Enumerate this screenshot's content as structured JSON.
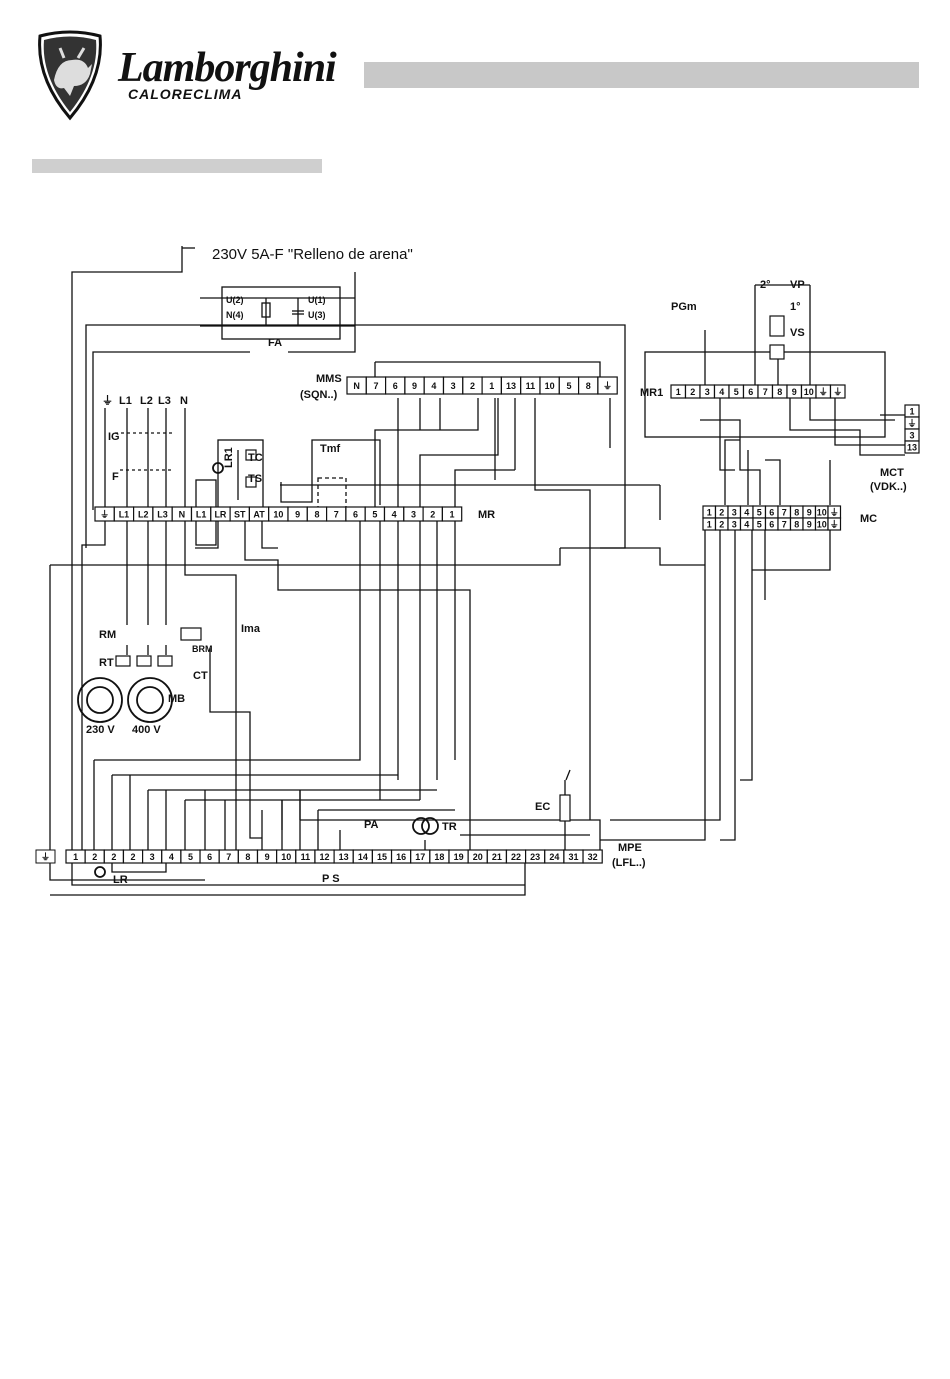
{
  "brand": {
    "name": "Lamborghini",
    "sub": "CALORECLIMA"
  },
  "fuse_note": "230V 5A-F \"Relleno de arena\"",
  "components": {
    "FA": "FA",
    "U2": "U(2)",
    "U1": "U(1)",
    "N4": "N(4)",
    "U3": "U(3)",
    "MMS": "MMS",
    "MMS_sub": "(SQN..)",
    "MR": "MR",
    "MR1": "MR1",
    "MC": "MC",
    "MCT": "MCT",
    "MCT_sub": "(VDK..)",
    "MPE": "MPE",
    "MPE_sub": "(LFL..)",
    "IG": "IG",
    "F": "F",
    "LR1": "LR1",
    "TC": "TC",
    "TS": "TS",
    "Tmf": "Tmf",
    "RM": "RM",
    "RT": "RT",
    "BRM": "BRM",
    "CT": "CT",
    "MB": "MB",
    "Ima": "Ima",
    "V230": "230 V",
    "V400": "400 V",
    "LR": "LR",
    "PS": "P S",
    "PA": "PA",
    "TR": "TR",
    "EC": "EC",
    "PGm": "PGm",
    "VP": "VP",
    "VS": "VS",
    "v2": "2°",
    "v1": "1°"
  },
  "supply_labels": [
    "⏚",
    "L1",
    "L2",
    "L3",
    "N"
  ],
  "mms_terminals": [
    "N",
    "7",
    "6",
    "9",
    "4",
    "3",
    "2",
    "1",
    "13",
    "11",
    "10",
    "5",
    "8",
    "⏚"
  ],
  "mr_terminals": [
    "⏚",
    "L1",
    "L2",
    "L3",
    "N",
    "L1",
    "LR",
    "ST",
    "AT",
    "10",
    "9",
    "8",
    "7",
    "6",
    "5",
    "4",
    "3",
    "2",
    "1"
  ],
  "mr1_terminals": [
    "1",
    "2",
    "3",
    "4",
    "5",
    "6",
    "7",
    "8",
    "9",
    "10",
    "⏚",
    "⏚"
  ],
  "mc_top": [
    "1",
    "2",
    "3",
    "4",
    "5",
    "6",
    "7",
    "8",
    "9",
    "10",
    "⏚"
  ],
  "mc_bottom": [
    "1",
    "2",
    "3",
    "4",
    "5",
    "6",
    "7",
    "8",
    "9",
    "10",
    "⏚"
  ],
  "mct_terminals": [
    "1",
    "⏚",
    "3",
    "13"
  ],
  "mpe_terminals": [
    "1",
    "2",
    "2",
    "2",
    "3",
    "4",
    "5",
    "6",
    "7",
    "8",
    "9",
    "10",
    "11",
    "12",
    "13",
    "14",
    "15",
    "16",
    "17",
    "18",
    "19",
    "20",
    "21",
    "22",
    "23",
    "24",
    "31",
    "32"
  ],
  "mpe_ground": "⏚"
}
